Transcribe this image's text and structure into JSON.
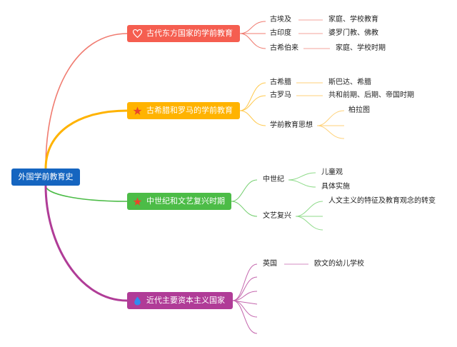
{
  "root": {
    "label": "外国学前教育史"
  },
  "branches": [
    {
      "label": "古代东方国家的学前教育",
      "icon": "heart-icon",
      "color": "#f55e50",
      "items": [
        {
          "label": "古埃及",
          "detail": "家庭、学校教育"
        },
        {
          "label": "古印度",
          "detail": "婆罗门教、佛教"
        },
        {
          "label": "古希伯来",
          "detail": "家庭、学校时期"
        }
      ]
    },
    {
      "label": "古希腊和罗马的学前教育",
      "icon": "star-icon",
      "color": "#ffb300",
      "items": [
        {
          "label": "古希腊",
          "detail": "斯巴达、希腊"
        },
        {
          "label": "古罗马",
          "detail": "共和前期、后期、帝国时期"
        },
        {
          "label": "学前教育思想",
          "detail": "柏拉图"
        }
      ]
    },
    {
      "label": "中世纪和文艺复兴时期",
      "icon": "star-icon",
      "color": "#4cbc47",
      "items": [
        {
          "label": "中世纪",
          "details": [
            "儿童观",
            "具体实施"
          ]
        },
        {
          "label": "文艺复兴",
          "details": [
            "人文主义的特征及教育观念的转变"
          ]
        }
      ]
    },
    {
      "label": "近代主要资本主义国家",
      "icon": "drop-icon",
      "color": "#b03c97",
      "items": [
        {
          "label": "英国",
          "detail": "欧文的幼儿学校"
        }
      ]
    }
  ]
}
